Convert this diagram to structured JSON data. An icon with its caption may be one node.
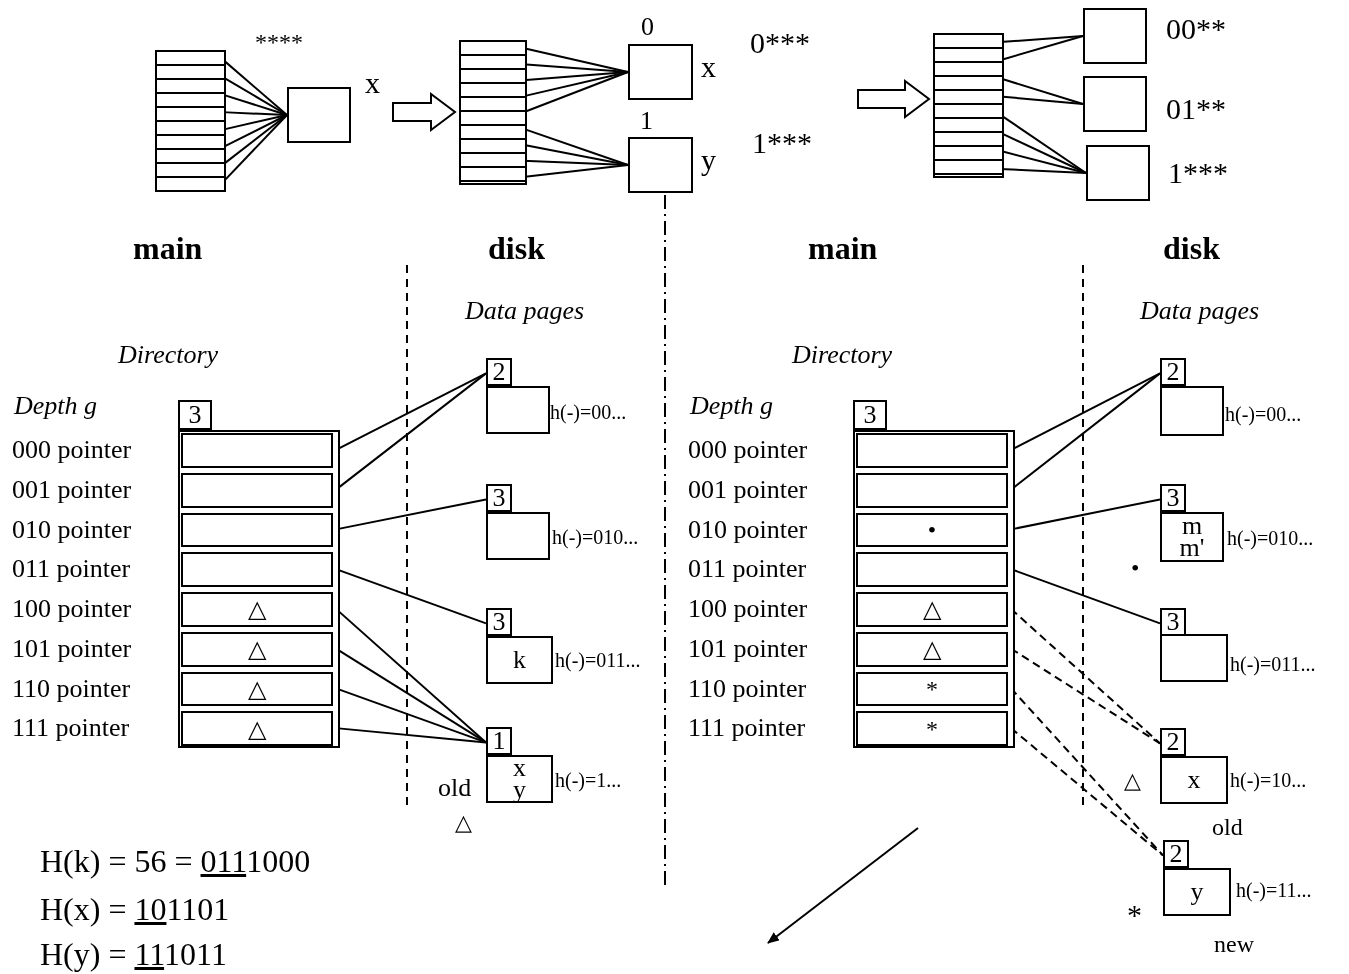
{
  "diagram": {
    "nodes": [
      {
        "text": [],
        "shape": "box"
      },
      {
        "text": [],
        "shape": "box",
        "beside": [
          "****",
          "x"
        ]
      },
      {
        "text": [],
        "shape": "box"
      },
      {
        "text": [],
        "shape": "box",
        "beside": [
          "0",
          "x",
          "0***"
        ]
      },
      {
        "text": [],
        "shape": "box",
        "beside": [
          "1",
          "y",
          "1***"
        ]
      },
      {
        "text": [],
        "shape": "box"
      },
      {
        "text": [],
        "shape": "box",
        "beside": [
          "00**"
        ]
      },
      {
        "text": [],
        "shape": "box",
        "beside": [
          "01**"
        ]
      },
      {
        "text": [],
        "shape": "box",
        "beside": [
          "1***"
        ]
      },
      {
        "text": [],
        "shape": "box"
      },
      {
        "text": [],
        "shape": "box",
        "in": 9
      },
      {
        "text": [],
        "shape": "box",
        "in": 9
      },
      {
        "text": [],
        "shape": "box",
        "in": 9
      },
      {
        "text": [],
        "shape": "box",
        "in": 9
      },
      {
        "text": [
          "△"
        ],
        "in": 9
      },
      {
        "text": [
          "△"
        ],
        "in": 9
      },
      {
        "text": [
          "△"
        ],
        "in": 9
      },
      {
        "text": [
          "△"
        ],
        "in": 9
      },
      {
        "text": [
          "3"
        ]
      },
      {
        "text": [
          "2"
        ]
      },
      {
        "text": [],
        "shape": "box",
        "beside": [
          "h(-)=00..."
        ]
      },
      {
        "text": [
          "3"
        ]
      },
      {
        "text": [],
        "shape": "box",
        "beside": [
          "h(-)=010..."
        ]
      },
      {
        "text": [
          "3"
        ]
      },
      {
        "text": [
          "k"
        ],
        "beside": [
          "h(-)=011..."
        ]
      },
      {
        "text": [
          "1"
        ]
      },
      {
        "text": [
          "x",
          "y"
        ],
        "beside": [
          "old",
          "h(-)=1...",
          "△"
        ]
      },
      {
        "text": [],
        "shape": "box"
      },
      {
        "text": [],
        "shape": "box",
        "in": 27
      },
      {
        "text": [],
        "shape": "box",
        "in": 27
      },
      {
        "text": [
          "•"
        ],
        "in": 27
      },
      {
        "text": [],
        "shape": "box",
        "in": 27
      },
      {
        "text": [
          "△"
        ],
        "in": 27
      },
      {
        "text": [
          "△"
        ],
        "in": 27
      },
      {
        "text": [
          "*"
        ],
        "in": 27
      },
      {
        "text": [
          "*"
        ],
        "in": 27
      },
      {
        "text": [
          "3"
        ]
      },
      {
        "text": [
          "2"
        ]
      },
      {
        "text": [],
        "shape": "box",
        "beside": [
          "h(-)=00..."
        ]
      },
      {
        "text": [
          "3"
        ]
      },
      {
        "text": [
          "m",
          "m'"
        ],
        "beside": [
          "h(-)=010..."
        ]
      },
      {
        "text": [
          "3"
        ]
      },
      {
        "text": [],
        "shape": "box",
        "beside": [
          "h(-)=011..."
        ]
      },
      {
        "text": [
          "2"
        ]
      },
      {
        "text": [
          "x"
        ],
        "beside": [
          "△",
          "h(-)=10...",
          "old"
        ]
      },
      {
        "text": [
          "2"
        ]
      },
      {
        "text": [
          "y"
        ],
        "beside": [
          "*",
          "h(-)=11...",
          "new"
        ]
      }
    ],
    "edges": [
      {
        "from": 0,
        "to": 1,
        "arrow": "none"
      },
      {
        "from": 0,
        "to": 1,
        "arrow": "none"
      },
      {
        "from": 0,
        "to": 1,
        "arrow": "none"
      },
      {
        "from": 0,
        "to": 1,
        "arrow": "none"
      },
      {
        "from": 0,
        "to": 1,
        "arrow": "none"
      },
      {
        "from": 0,
        "to": 1,
        "arrow": "none"
      },
      {
        "from": 0,
        "to": 1,
        "arrow": "none"
      },
      {
        "from": 0,
        "to": 1,
        "arrow": "none"
      },
      {
        "from": null,
        "to": 2,
        "arrow": "to"
      },
      {
        "from": 2,
        "to": 3,
        "arrow": "none"
      },
      {
        "from": 2,
        "to": 3,
        "arrow": "none"
      },
      {
        "from": 2,
        "to": 3,
        "arrow": "none"
      },
      {
        "from": 2,
        "to": 3,
        "arrow": "none"
      },
      {
        "from": 2,
        "to": 3,
        "arrow": "none"
      },
      {
        "from": 2,
        "to": 4,
        "arrow": "none"
      },
      {
        "from": 2,
        "to": 4,
        "arrow": "none"
      },
      {
        "from": 2,
        "to": 4,
        "arrow": "none"
      },
      {
        "from": 2,
        "to": 4,
        "arrow": "none"
      },
      {
        "from": null,
        "to": 5,
        "arrow": "to"
      },
      {
        "from": 5,
        "to": 6,
        "arrow": "none"
      },
      {
        "from": 5,
        "to": 6,
        "arrow": "none"
      },
      {
        "from": 5,
        "to": 7,
        "arrow": "none"
      },
      {
        "from": 5,
        "to": 7,
        "arrow": "none"
      },
      {
        "from": 5,
        "to": 8,
        "arrow": "none"
      },
      {
        "from": 5,
        "to": 8,
        "arrow": "none"
      },
      {
        "from": 5,
        "to": 8,
        "arrow": "none"
      },
      {
        "from": 5,
        "to": 8,
        "arrow": "none"
      },
      {
        "from": 10,
        "to": 19,
        "arrow": "none"
      },
      {
        "from": 11,
        "to": 19,
        "arrow": "none"
      },
      {
        "from": 12,
        "to": 21,
        "arrow": "none"
      },
      {
        "from": 13,
        "to": 23,
        "arrow": "none"
      },
      {
        "from": 14,
        "to": 25,
        "arrow": "none"
      },
      {
        "from": 15,
        "to": 25,
        "arrow": "none"
      },
      {
        "from": 16,
        "to": 25,
        "arrow": "none"
      },
      {
        "from": 17,
        "to": 25,
        "arrow": "none"
      },
      {
        "from": 28,
        "to": 37,
        "arrow": "none"
      },
      {
        "from": 29,
        "to": 37,
        "arrow": "none"
      },
      {
        "from": 30,
        "to": 39,
        "arrow": "none"
      },
      {
        "from": 31,
        "to": 41,
        "arrow": "none"
      },
      {
        "from": 32,
        "to": 43,
        "arrow": "none",
        "style": "dashed"
      },
      {
        "from": 33,
        "to": 43,
        "arrow": "none",
        "style": "dashed"
      },
      {
        "from": 34,
        "to": 45,
        "arrow": "none",
        "style": "dashed"
      },
      {
        "from": 35,
        "to": 45,
        "arrow": "none",
        "style": "dashed"
      }
    ],
    "labels": [
      "main",
      "disk",
      "main",
      "disk",
      "Data pages",
      "Directory",
      "Depth g",
      "000 pointer",
      "001 pointer",
      "010 pointer",
      "011 pointer",
      "100 pointer",
      "101 pointer",
      "110 pointer",
      "111 pointer",
      "Data pages",
      "Directory",
      "Depth g",
      "000 pointer",
      "001 pointer",
      "010 pointer",
      "011 pointer",
      "100 pointer",
      "101 pointer",
      "110 pointer",
      "111 pointer",
      "•",
      "H(k) = 56 = 0111000",
      "H(x) = 101101",
      "H(y) = 111011"
    ]
  }
}
